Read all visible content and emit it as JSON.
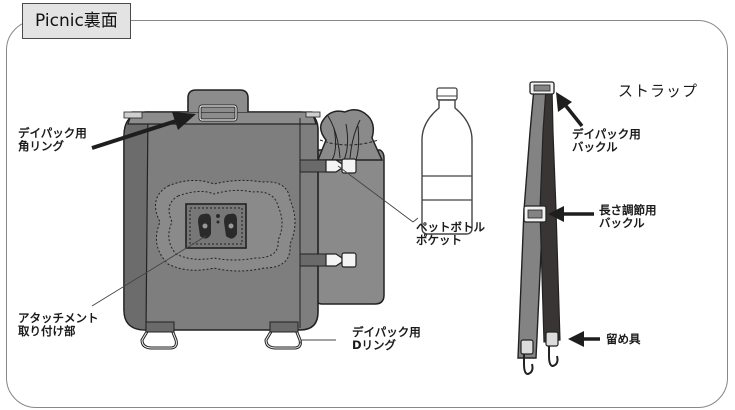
{
  "title": "Picnic裏面",
  "labels": {
    "strap": "ストラップ",
    "corner_ring": "デイパック用\n角リング",
    "daypack_buckle": "デイパック用\nバックル",
    "adjust_buckle": "長さ調節用\nバックル",
    "bottle_pocket": "ペットボトル\nポケット",
    "attachment_mount": "アタッチメント\n取り付け部",
    "d_ring": "デイパック用\nDリング",
    "clasp": "留め具"
  },
  "colors": {
    "body": "#7e7e7e",
    "body_dark": "#5c5c5c",
    "strap_gray": "#838383",
    "strap_dark": "#3a3535",
    "outline": "#222222"
  }
}
